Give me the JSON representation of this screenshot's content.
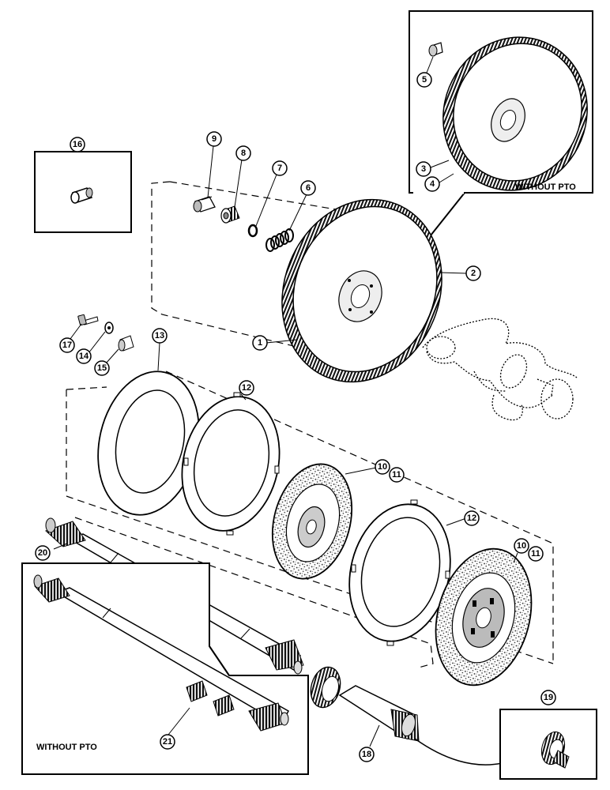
{
  "captions": {
    "flywheel_inset": "WITHOUT PTO",
    "shaft_inset": "WITHOUT PTO"
  },
  "callouts": {
    "c1": "1",
    "c2": "2",
    "c3": "3",
    "c4": "4",
    "c5": "5",
    "c6": "6",
    "c7": "7",
    "c8": "8",
    "c9": "9",
    "c10a": "10",
    "c11a": "11",
    "c10b": "10",
    "c11b": "11",
    "c12a": "12",
    "c12b": "12",
    "c13": "13",
    "c14": "14",
    "c15": "15",
    "c16": "16",
    "c17": "17",
    "c18": "18",
    "c19": "19",
    "c20": "20",
    "c21": "21"
  }
}
